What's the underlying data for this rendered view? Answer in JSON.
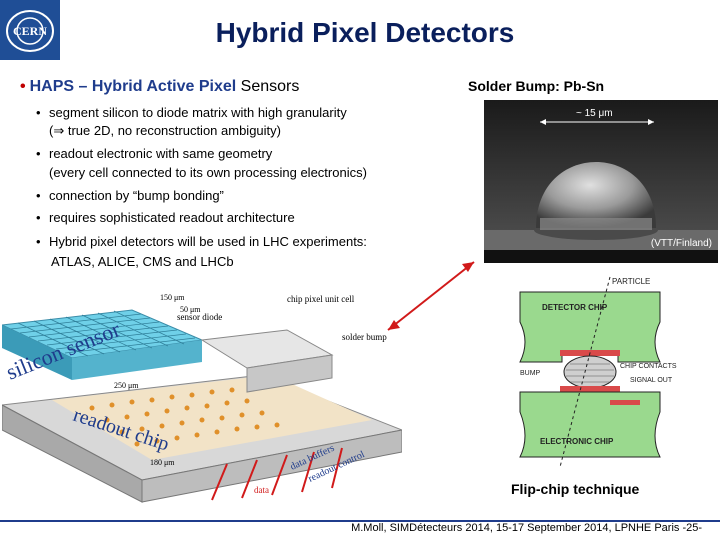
{
  "header": {
    "logo_text": "CERN",
    "title": "Hybrid Pixel Detectors"
  },
  "left": {
    "main_bullet_bold": "HAPS – Hybrid Active Pixel",
    "main_bullet_plain": "Sensors",
    "items": [
      "segment silicon to diode matrix with high granularity",
      "(⇒ true 2D, no reconstruction ambiguity)",
      "readout electronic with same geometry",
      "(every cell connected to its own processing electronics)",
      "connection by “bump bonding”",
      "requires sophisticated readout architecture",
      "Hybrid pixel detectors will be used in LHC experiments:",
      "ATLAS, ALICE, CMS and LHCb"
    ]
  },
  "right": {
    "bump_title": "Solder Bump: Pb-Sn",
    "scale_label": "~ 15 μm",
    "credit": "(VTT/Finland)",
    "flip_caption": "Flip-chip technique",
    "flip_labels": {
      "particle": "PARTICLE",
      "detector_chip": "DETECTOR CHIP",
      "bump": "BUMP",
      "chip_contacts": "CHIP CONTACTS",
      "signal_out": "SIGNAL OUT",
      "electronic_chip": "ELECTRONIC CHIP"
    }
  },
  "diagram_labels": {
    "silicon_sensor": "silicon sensor",
    "readout_chip": "readout chip",
    "chip_pixel_unit_cell": "chip pixel unit cell",
    "sensor_diode": "sensor diode",
    "solder_bump": "solder bump",
    "data_buffers": "data buffers",
    "readout_control": "readout control",
    "dim_150": "150 μm",
    "dim_50": "50 μm",
    "dim_250": "250 μm",
    "dim_180": "180 μm",
    "data": "data"
  },
  "footer": {
    "citation": "M.Moll, SIMDétecteurs 2014, 15-17 September 2014, LPNHE Paris -25-"
  },
  "colors": {
    "title_blue": "#0a1f5c",
    "bullet_red": "#c00000",
    "accent_blue": "#1f3c8c",
    "logo_blue": "#1f4e96",
    "arrow_red": "#d11a1a"
  }
}
